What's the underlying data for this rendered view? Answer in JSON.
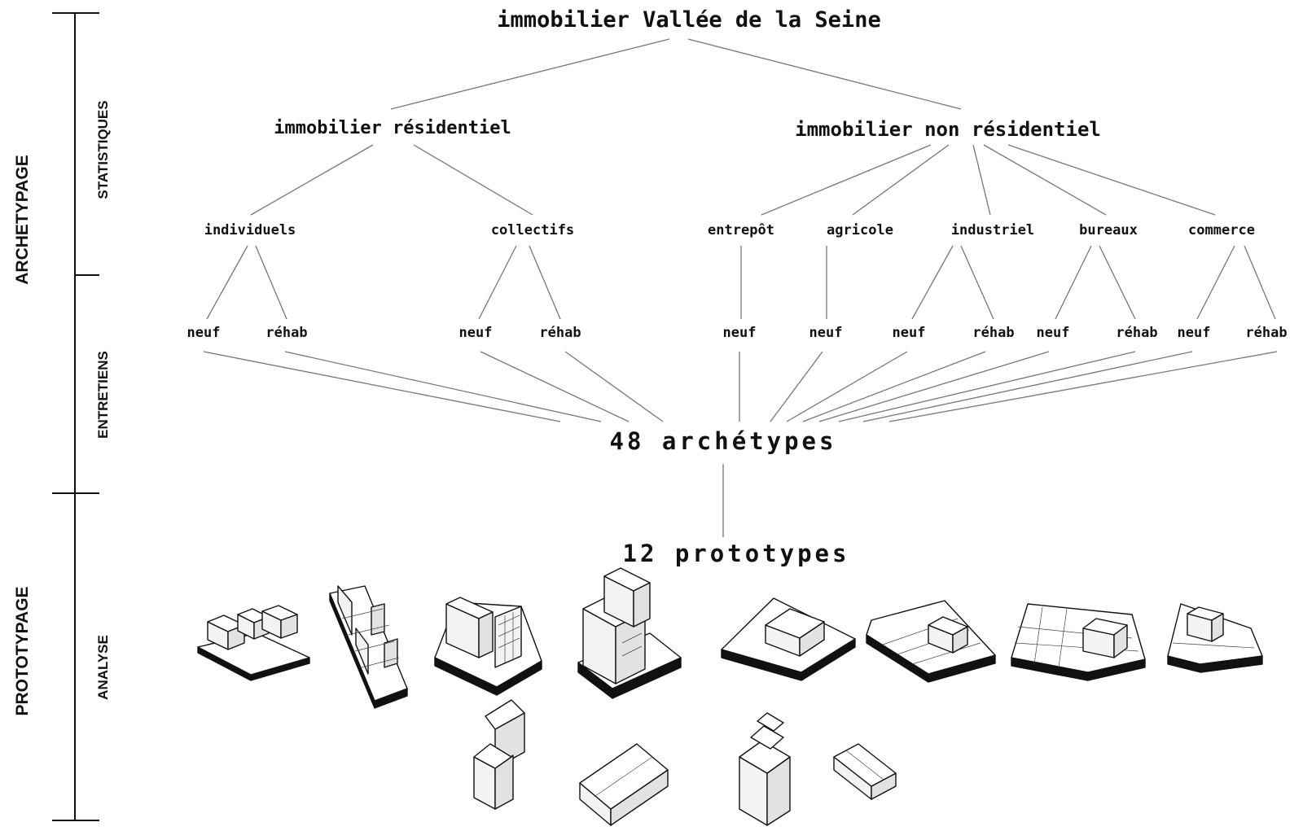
{
  "axis": {
    "phases": [
      "ARCHETYPAGE",
      "PROTOTYPAGE"
    ],
    "stages": [
      "STATISTIQUES",
      "ENTRETIENS",
      "ANALYSE"
    ]
  },
  "tree": {
    "root": "immobilier Vallée de la Seine",
    "residential": {
      "label": "immobilier résidentiel",
      "individuels": {
        "label": "individuels",
        "children": [
          "neuf",
          "réhab"
        ]
      },
      "collectifs": {
        "label": "collectifs",
        "children": [
          "neuf",
          "réhab"
        ]
      }
    },
    "non_residential": {
      "label": "immobilier non résidentiel",
      "entrepot": {
        "label": "entrepôt",
        "children": [
          "neuf"
        ]
      },
      "agricole": {
        "label": "agricole",
        "children": [
          "neuf"
        ]
      },
      "industriel": {
        "label": "industriel",
        "children": [
          "neuf",
          "réhab"
        ]
      },
      "bureaux": {
        "label": "bureaux",
        "children": [
          "neuf",
          "réhab"
        ]
      },
      "commerce": {
        "label": "commerce",
        "children": [
          "neuf",
          "réhab"
        ]
      }
    },
    "archetypes": "48 archétypes",
    "prototypes": "12 prototypes"
  },
  "prototype_models": [
    "row-houses-block",
    "linear-housing-slab",
    "urban-block-courtyard",
    "tower-cluster",
    "warehouse-site",
    "agricultural-plots",
    "industrial-grid-site",
    "commercial-strip",
    "individual-house",
    "gabled-hall",
    "stacked-houses",
    "small-gabled-shed"
  ]
}
